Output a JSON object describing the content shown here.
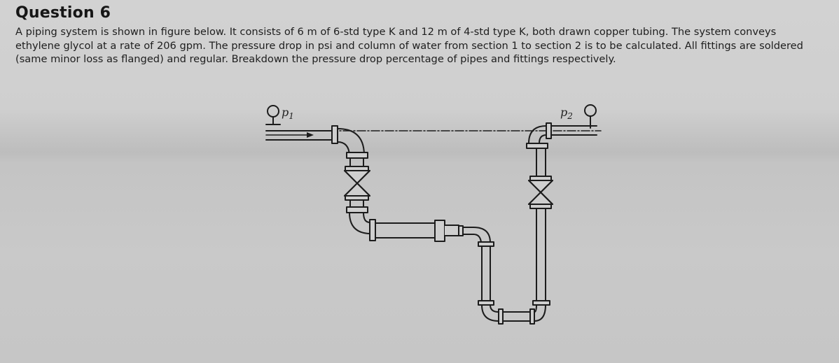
{
  "question": {
    "title": "Question 6",
    "lines": [
      "A piping system is shown in figure below. It consists of 6 m of 6-std type K and 12 m of 4-std type K, both drawn copper tubing. The system conveys",
      "ethylene glycol at a rate of 206 gpm. The pressure drop in psi and column of water from section 1 to section 2 is to be calculated. All fittings are soldered",
      "(same minor loss as flanged) and regular. Breakdown the pressure drop percentage of pipes and fittings respectively."
    ]
  },
  "figure": {
    "p1_label": "p",
    "p1_sub": "1",
    "p2_label": "p",
    "p2_sub": "2"
  }
}
